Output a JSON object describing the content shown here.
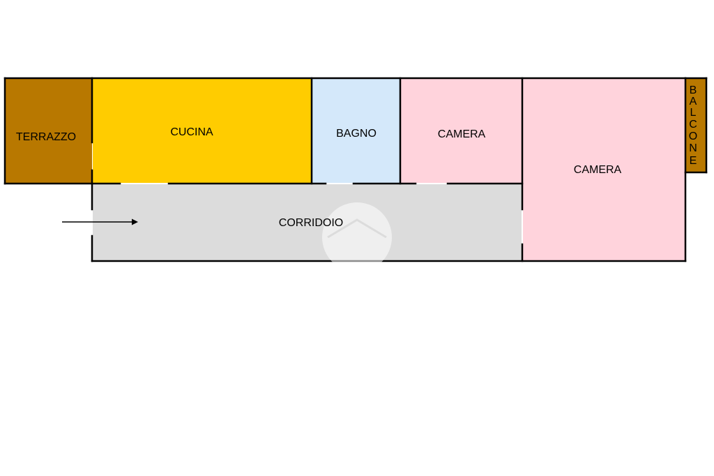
{
  "colors": {
    "terrazzo": "#b87800",
    "cucina": "#ffcc00",
    "bagno": "#d4e8fa",
    "camera": "#ffd3dc",
    "corridoio": "#dcdcdc",
    "balcone": "#b87800",
    "wall": "#000000"
  },
  "rooms": {
    "terrazzo": "TERRAZZO",
    "cucina": "CUCINA",
    "bagno": "BAGNO",
    "camera_1": "CAMERA",
    "camera_2": "CAMERA",
    "corridoio": "CORRIDOIO",
    "balcone": [
      "B",
      "A",
      "L",
      "C",
      "O",
      "N",
      "E"
    ]
  },
  "icons": {
    "entrance": "entrance-arrow-icon",
    "watermark": "house-watermark-icon"
  }
}
